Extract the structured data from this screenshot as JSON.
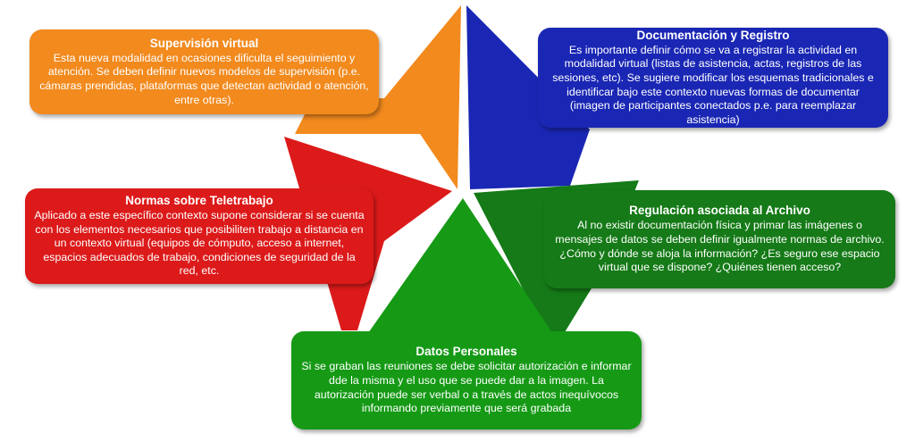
{
  "colors": {
    "orange": "#f28a1e",
    "blue": "#1a27b4",
    "red": "#dc1a1a",
    "dark_green": "#157a17",
    "green": "#169a16"
  },
  "boxes": {
    "supervision": {
      "title": "Supervisión virtual",
      "text": "Esta nueva modalidad en ocasiones dificulta el seguimiento y atención. Se deben definir nuevos modelos de supervisión (p.e. cámaras prendidas, plataformas que detectan actividad o atención, entre otras)."
    },
    "documentacion": {
      "title": "Documentación y Registro",
      "text": "Es importante definir cómo se va a registrar la actividad en modalidad virtual (listas de asistencia, actas, registros de las sesiones, etc). Se sugiere modificar los esquemas tradicionales e identificar bajo este contexto nuevas formas de documentar (imagen de participantes conectados p.e. para reemplazar asistencia)"
    },
    "normas": {
      "title": "Normas sobre Teletrabajo",
      "text": "Aplicado a este específico contexto supone considerar si se cuenta con los elementos necesarios que posibiliten trabajo a distancia en un contexto virtual (equipos de cómputo, acceso a internet, espacios adecuados de trabajo, condiciones de seguridad de la red, etc."
    },
    "regulacion": {
      "title": "Regulación asociada al Archivo",
      "text": "Al no existir documentación física y primar las imágenes o mensajes de datos se deben definir igualmente normas de archivo. ¿Cómo y dónde se aloja la información? ¿Es seguro ese espacio virtual que se dispone? ¿Quiénes tienen acceso?"
    },
    "datos": {
      "title": "Datos Personales",
      "text": "Si se graban las reuniones se debe solicitar autorización e informar dde la misma y el uso que se puede dar a la imagen.  La autorización puede ser verbal o a través de actos inequívocos informando previamente que será grabada"
    }
  }
}
